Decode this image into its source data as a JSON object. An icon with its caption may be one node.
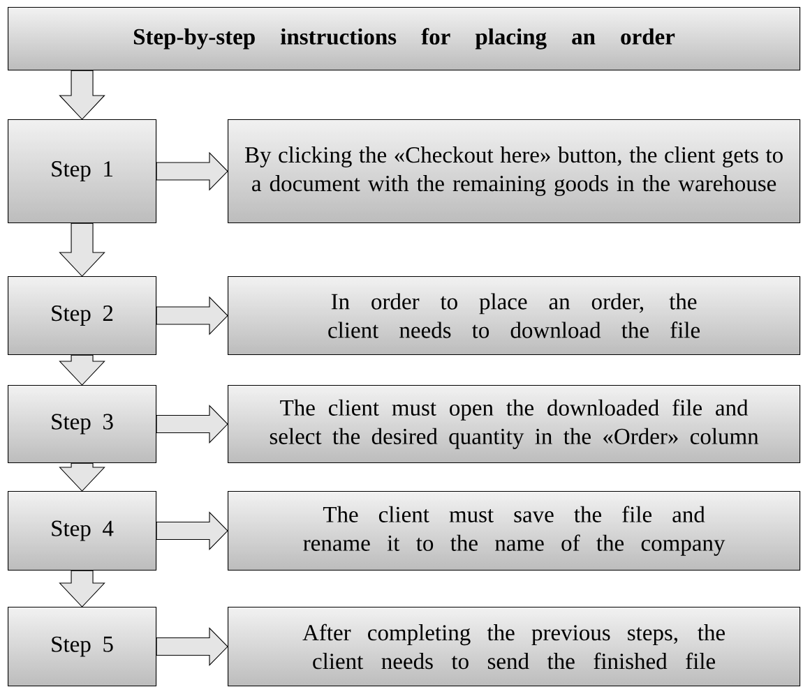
{
  "diagram": {
    "nodes": [
      {
        "text": [
          "**Step-by-step instructions for placing an order**"
        ]
      },
      {
        "text": [
          "Step 1"
        ]
      },
      {
        "text": [
          "By clicking the «Checkout here» button, the client gets to a document with the remaining goods in the warehouse"
        ]
      },
      {
        "text": [
          "Step 2"
        ]
      },
      {
        "text": [
          "In order to place an order, the client needs to download the file"
        ]
      },
      {
        "text": [
          "Step 3"
        ]
      },
      {
        "text": [
          "The client must open the downloaded file and select the desired quantity in the «Order» column"
        ]
      },
      {
        "text": [
          "Step 4"
        ]
      },
      {
        "text": [
          "The client must save the file and rename it to the name of the company"
        ]
      },
      {
        "text": [
          "Step 5"
        ]
      },
      {
        "text": [
          "After completing the previous steps, the client needs to send the finished file"
        ]
      }
    ],
    "edges": [
      {
        "from": 0,
        "to": 1,
        "arrow": "to"
      },
      {
        "from": 1,
        "to": 2,
        "arrow": "to"
      },
      {
        "from": 1,
        "to": 3,
        "arrow": "to"
      },
      {
        "from": 3,
        "to": 4,
        "arrow": "to"
      },
      {
        "from": 3,
        "to": 5,
        "arrow": "to"
      },
      {
        "from": 5,
        "to": 6,
        "arrow": "to"
      },
      {
        "from": 5,
        "to": 7,
        "arrow": "to"
      },
      {
        "from": 7,
        "to": 8,
        "arrow": "to"
      },
      {
        "from": 7,
        "to": 9,
        "arrow": "to"
      },
      {
        "from": 9,
        "to": 10,
        "arrow": "to"
      }
    ]
  }
}
